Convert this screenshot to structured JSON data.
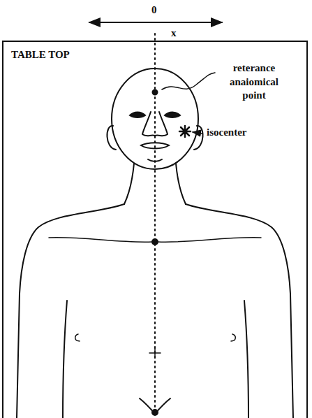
{
  "diagram": {
    "nodes": [
      {
        "text": [
          "TABLE TOP"
        ]
      }
    ],
    "labels": [
      "0",
      "x",
      "reterance anaiomical point",
      "isocenter"
    ]
  }
}
